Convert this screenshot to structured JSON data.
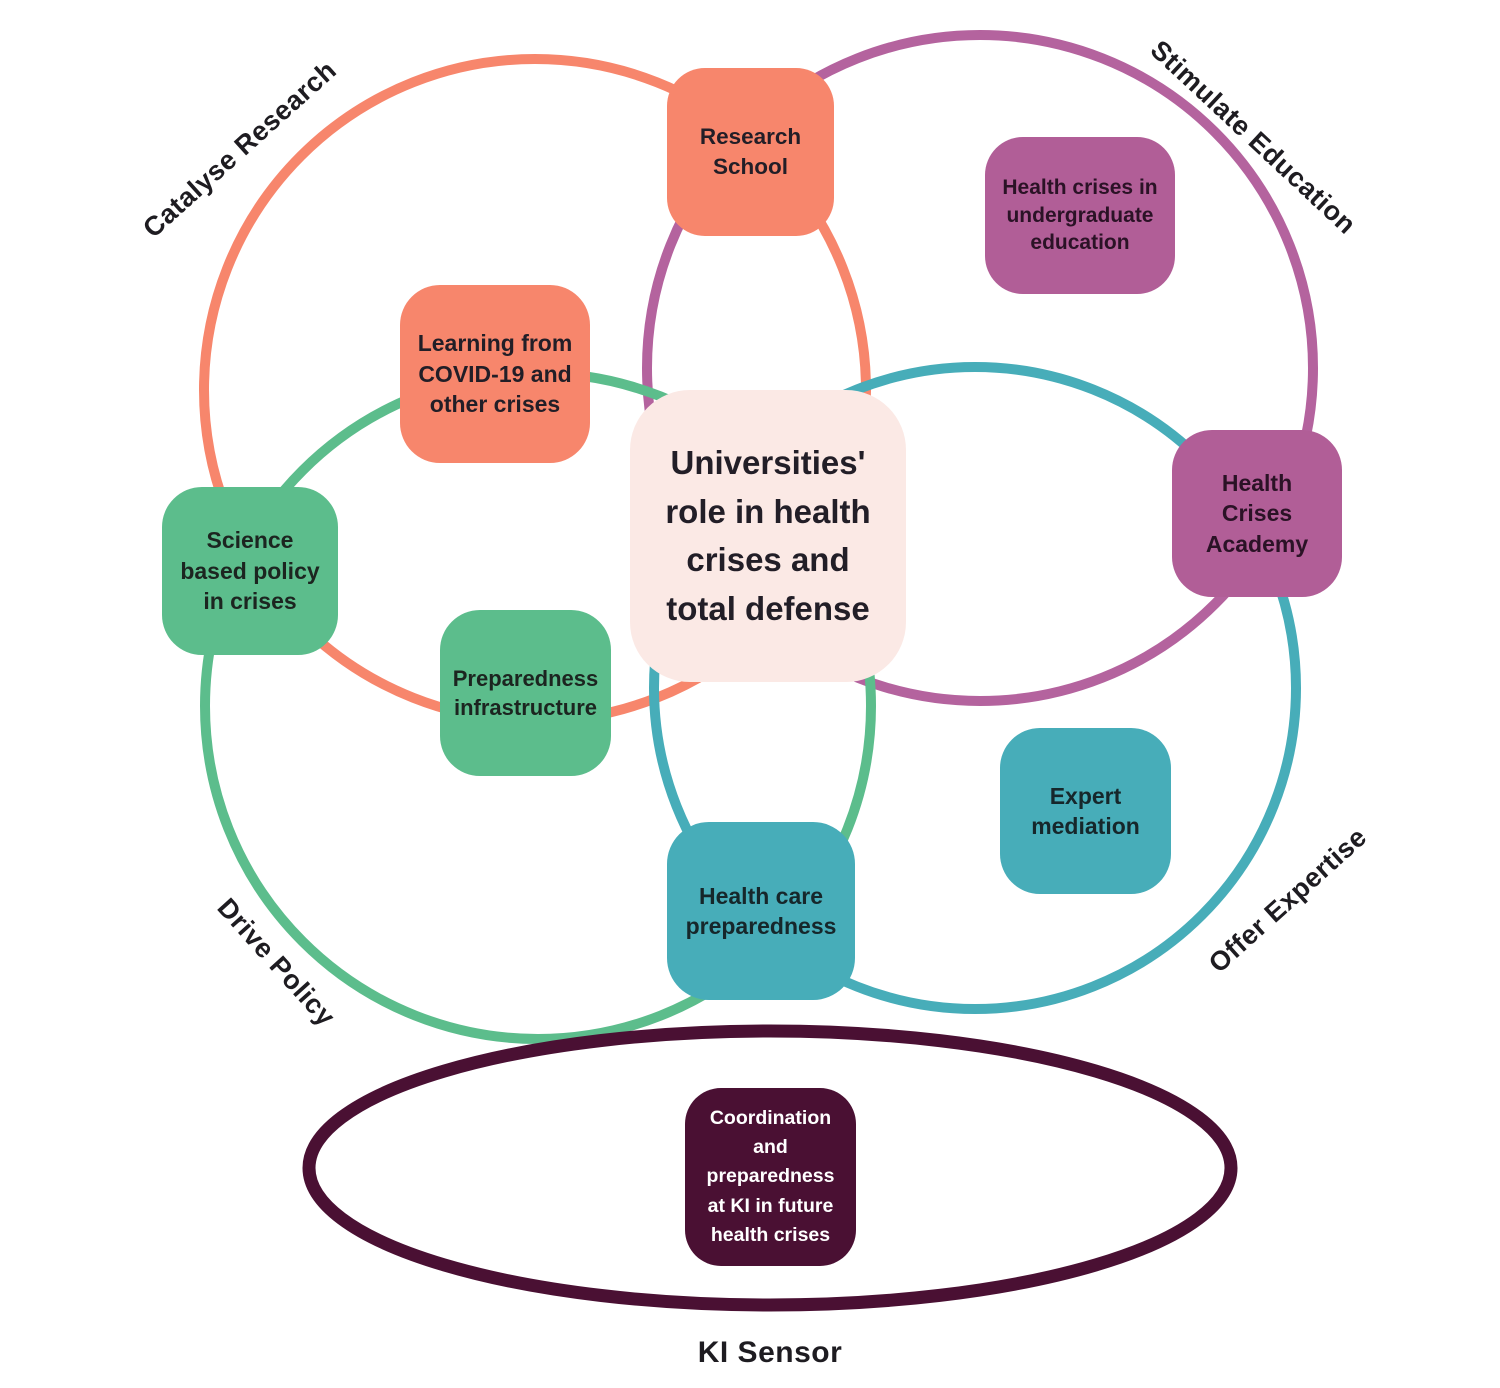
{
  "canvas": {
    "background": "#FFFFFF"
  },
  "center": {
    "label": "Universities'\nrole in health\ncrises and\ntotal defense",
    "bg": "#FBE9E5",
    "text_color": "#221E27"
  },
  "rings": [
    {
      "id": "catalyse-research",
      "label": "Catalyse Research",
      "color": "#F7866C"
    },
    {
      "id": "stimulate-education",
      "label": "Stimulate Education",
      "color": "#B4639E"
    },
    {
      "id": "drive-policy",
      "label": "Drive Policy",
      "color": "#5CBD8C"
    },
    {
      "id": "offer-expertise",
      "label": "Offer Expertise",
      "color": "#47ADB9"
    },
    {
      "id": "ki-sensor",
      "label": "KI Sensor",
      "color": "#4A1033"
    }
  ],
  "nodes": [
    {
      "id": "research-school",
      "label": "Research\nSchool",
      "color": "#F7866C",
      "text_color": "#221E27"
    },
    {
      "id": "undergrad-education",
      "label": "Health crises in\nundergraduate\neducation",
      "color": "#B15E97",
      "text_color": "#2B1226"
    },
    {
      "id": "learning-covid",
      "label": "Learning from\nCOVID-19  and\nother crises",
      "color": "#F7866C",
      "text_color": "#221E27"
    },
    {
      "id": "science-based-policy",
      "label": "Science\nbased policy\nin crises",
      "color": "#5CBD8C",
      "text_color": "#1C2520"
    },
    {
      "id": "preparedness-infra",
      "label": "Preparedness\ninfrastructure",
      "color": "#5CBD8C",
      "text_color": "#1C2520"
    },
    {
      "id": "health-crises-academy",
      "label": "Health\nCrises\nAcademy",
      "color": "#B15E97",
      "text_color": "#2B1226"
    },
    {
      "id": "expert-mediation",
      "label": "Expert\nmediation",
      "color": "#47ADB9",
      "text_color": "#16272B"
    },
    {
      "id": "health-care-prep",
      "label": "Health care\npreparedness",
      "color": "#47ADB9",
      "text_color": "#16272B"
    },
    {
      "id": "coordination-ki",
      "label": "Coordination\nand\npreparedness\nat KI in future\nhealth crises",
      "color": "#4A1033",
      "text_color": "#FFFFFF"
    }
  ]
}
